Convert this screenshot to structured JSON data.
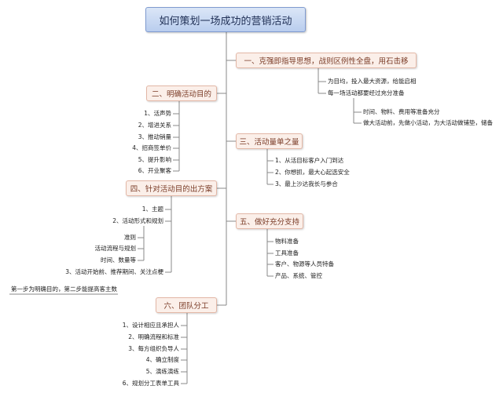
{
  "root": "如何策划一场成功的营销活动",
  "b1": {
    "title": "一、克强即指导思想，战则区例性全盘，用石击移",
    "items": [
      "为目均，投入最大资源，给能启相",
      "每一场活动都要经过充分准备"
    ],
    "sub": [
      "时间、物料、费用等准备充分",
      "做大活动前，先做小活动，为大活动做铺垫，储备"
    ]
  },
  "b2": {
    "title": "二、明确活动目的",
    "items": [
      "1、活声势",
      "2、增进关系",
      "3、推动销量",
      "4、招商签单价",
      "5、提升影响",
      "6、开业聚客"
    ]
  },
  "b3": {
    "title": "三、活动量单之量",
    "items": [
      "1、从活目标客户入门到达",
      "2、你想抓，最大心起选安全",
      "3、最上沙达我长与参合"
    ]
  },
  "b4": {
    "title": "四、针对活动目的出方案",
    "items": [
      "1、主题",
      "2、活动形式和规划"
    ],
    "sub": [
      "准则",
      "活动流程与规划",
      "时间、数量等"
    ],
    "tail": "3、活动开始前、推荐期间、关注点梗",
    "note": "第一步为明确目的，第二步能提高客主数"
  },
  "b5": {
    "title": "五、做好充分支持",
    "items": [
      "物料准备",
      "工具准备",
      "客户、物源等人员特备",
      "产品、系统、管控"
    ]
  },
  "b6": {
    "title": "六、团队分工",
    "items": [
      "1、设计相应且承担人",
      "2、明确流程和标准",
      "3、每方组织负导人",
      "4、确立制度",
      "5、演练演练",
      "6、规划分工表单工具"
    ]
  }
}
